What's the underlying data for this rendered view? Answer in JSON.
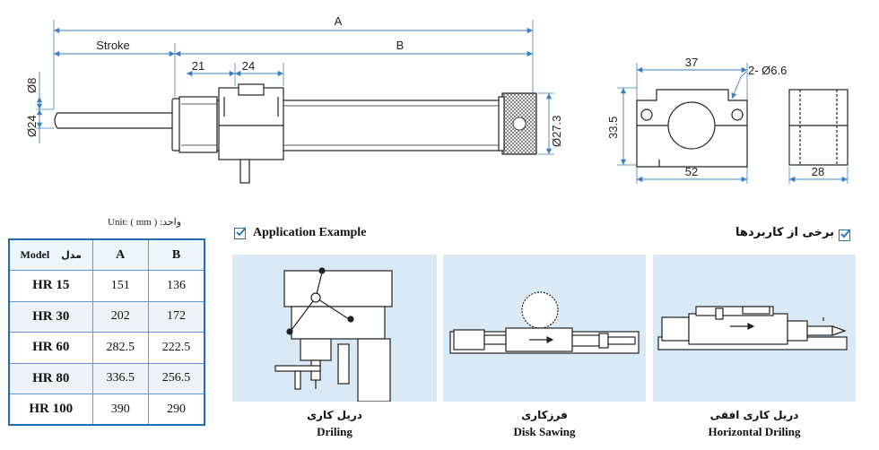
{
  "drawing": {
    "dim_A": "A",
    "dim_B": "B",
    "dim_stroke": "Stroke",
    "dim_21": "21",
    "dim_24": "24",
    "dim_d8": "Ø8",
    "dim_d24": "Ø24",
    "dim_d273": "Ø27.3",
    "dim_37": "37",
    "dim_hole": "2- Ø6.6",
    "dim_335": "33.5",
    "dim_52": "52",
    "dim_28": "28"
  },
  "table": {
    "unit": "Unit: ( mm ) :واحد",
    "head_model_en": "Model",
    "head_model_fa": "مدل",
    "head_a": "A",
    "head_b": "B",
    "rows": [
      {
        "model": "HR 15",
        "a": "151",
        "b": "136"
      },
      {
        "model": "HR 30",
        "a": "202",
        "b": "172"
      },
      {
        "model": "HR 60",
        "a": "282.5",
        "b": "222.5"
      },
      {
        "model": "HR 80",
        "a": "336.5",
        "b": "256.5"
      },
      {
        "model": "HR 100",
        "a": "390",
        "b": "290"
      }
    ]
  },
  "application": {
    "title_en": "Application Example",
    "title_fa": "برخی از کاربردها",
    "items": [
      {
        "fa": "دریل کاری",
        "en": "Driling"
      },
      {
        "fa": "فرزکاری",
        "en": "Disk Sawing"
      },
      {
        "fa": "دریل کاری افقی",
        "en": "Horizontal Driling"
      }
    ]
  },
  "colors": {
    "accent": "#1e6db5",
    "dimension": "#3a7fc1",
    "panel": "#d9e9f6"
  }
}
